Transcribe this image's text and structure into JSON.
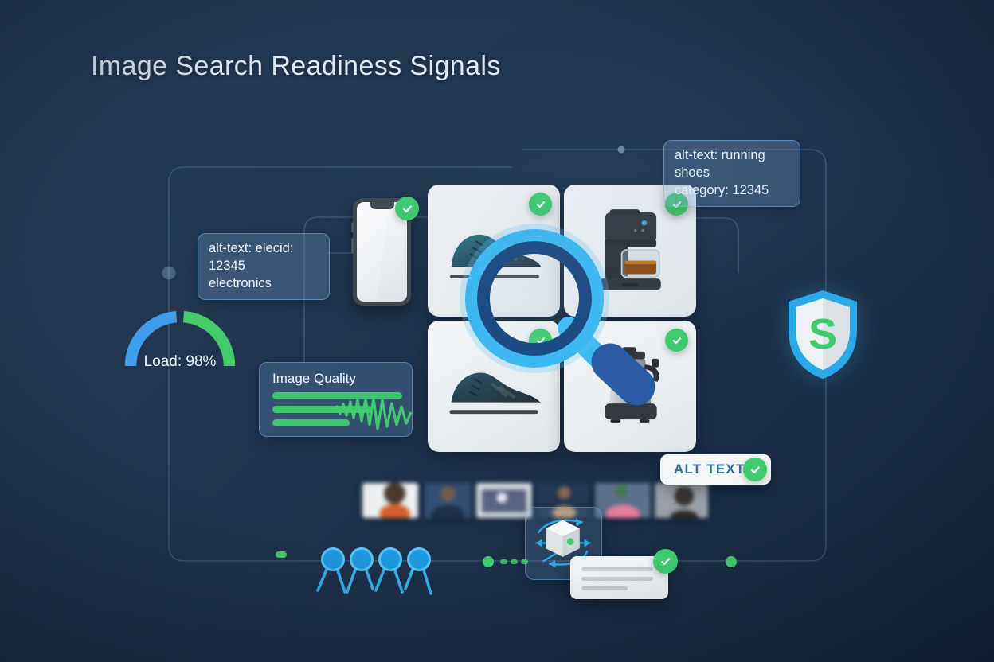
{
  "title": "Image Search Readiness Signals",
  "tooltips": {
    "product": {
      "line1": "alt-text: running shoes",
      "line2": "category: 12345"
    },
    "electronics": {
      "line1": "alt-text: elecid: 12345",
      "line2": "electronics"
    }
  },
  "gauge": {
    "label": "Load: 98%",
    "percent_text": "98%"
  },
  "quality": {
    "title": "Image Quality",
    "bars": [
      163,
      125,
      97
    ]
  },
  "badge": {
    "label": "ALT TEXT"
  },
  "shield": {
    "letter": "S"
  },
  "grid": {
    "items": [
      {
        "name": "running shoe (teal)",
        "status": "approved"
      },
      {
        "name": "coffee maker",
        "status": "approved"
      },
      {
        "name": "running shoe (dark)",
        "status": "approved"
      },
      {
        "name": "electric kettle",
        "status": "approved"
      }
    ]
  },
  "colors": {
    "background": "#1e3149",
    "accent_light_blue": "#3cb9f2",
    "accent_deep_blue": "#1d4b84",
    "handle_blue": "#2a5ca6",
    "success_green": "#3ecb6e",
    "gauge_blue": "#3f9eea",
    "gauge_green": "#44ca68",
    "badge_text_blue": "#2f6ea8"
  }
}
